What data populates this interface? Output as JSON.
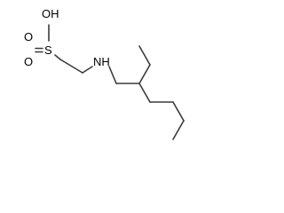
{
  "molecule": {
    "atoms": {
      "oh": "OH",
      "s": "S",
      "o_top": "O",
      "o_bottom": "O",
      "nh": "NH"
    },
    "colors": {
      "bond": "#3a3a3a",
      "label": "#000000",
      "background": "#ffffff"
    }
  }
}
